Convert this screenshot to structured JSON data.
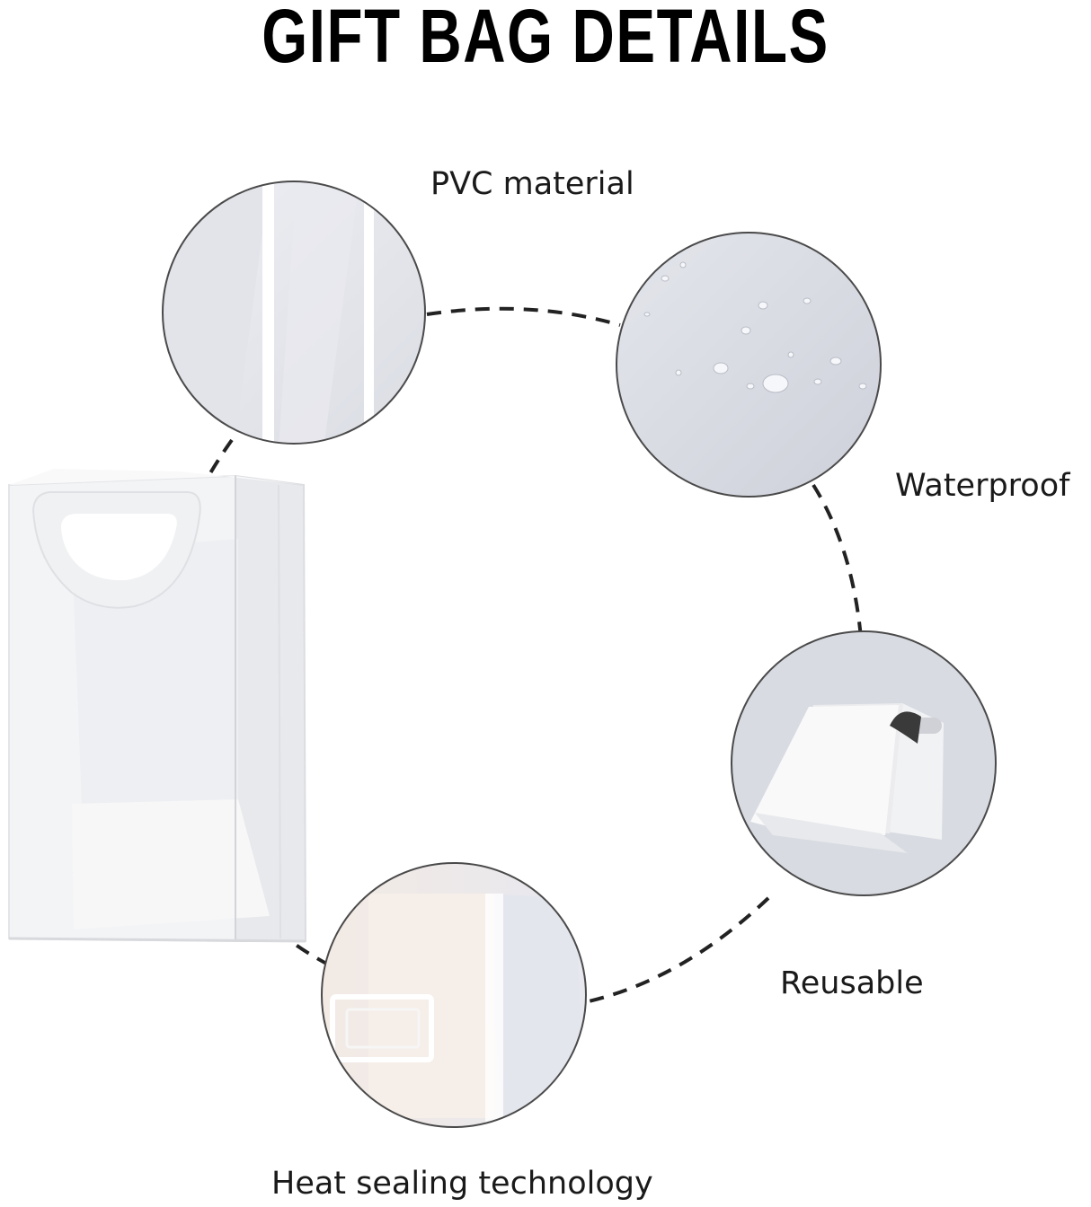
{
  "page": {
    "title": "GIFT BAG DETAILS"
  },
  "features": [
    {
      "id": "pvc",
      "label": "PVC material"
    },
    {
      "id": "waterproof",
      "label": "Waterproof"
    },
    {
      "id": "reusable",
      "label": "Reusable"
    },
    {
      "id": "heat",
      "label": "Heat sealing technology"
    }
  ],
  "colors": {
    "background": "#ffffff",
    "circle_fill": "#dcdde3",
    "circle_border": "#5a5a5a",
    "dash": "#222222"
  }
}
